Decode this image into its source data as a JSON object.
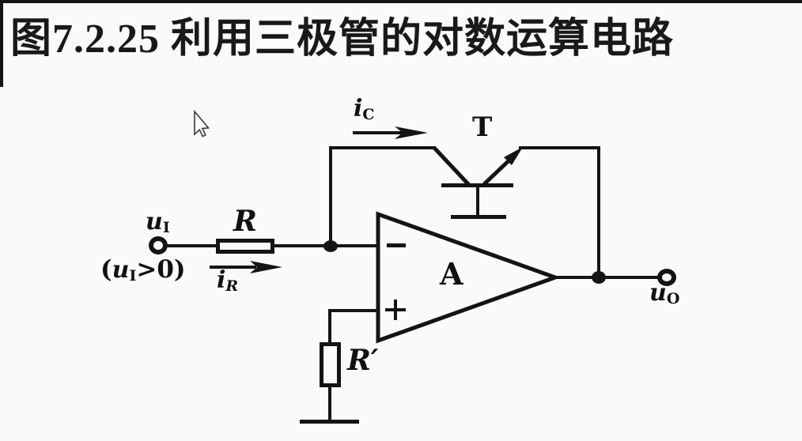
{
  "figure_title": "图7.2.25 利用三极管的对数运算电路",
  "labels": {
    "input_voltage": {
      "base": "u",
      "sub": "I"
    },
    "input_condition": {
      "pre": "(",
      "base": "u",
      "sub": "I",
      "post": ">0)"
    },
    "input_resistor": "R",
    "resistor_current": {
      "base": "i",
      "sub": "R"
    },
    "collector_current": {
      "base": "i",
      "sub": "C"
    },
    "transistor": "T",
    "opamp_gain": "A",
    "opamp_inverting_sign": "−",
    "opamp_noninverting_sign": "+",
    "feedback_resistor": "R′",
    "output_voltage": {
      "base": "u",
      "sub": "O"
    }
  },
  "colors": {
    "ink": "#141414",
    "background": "#fafaf8"
  }
}
